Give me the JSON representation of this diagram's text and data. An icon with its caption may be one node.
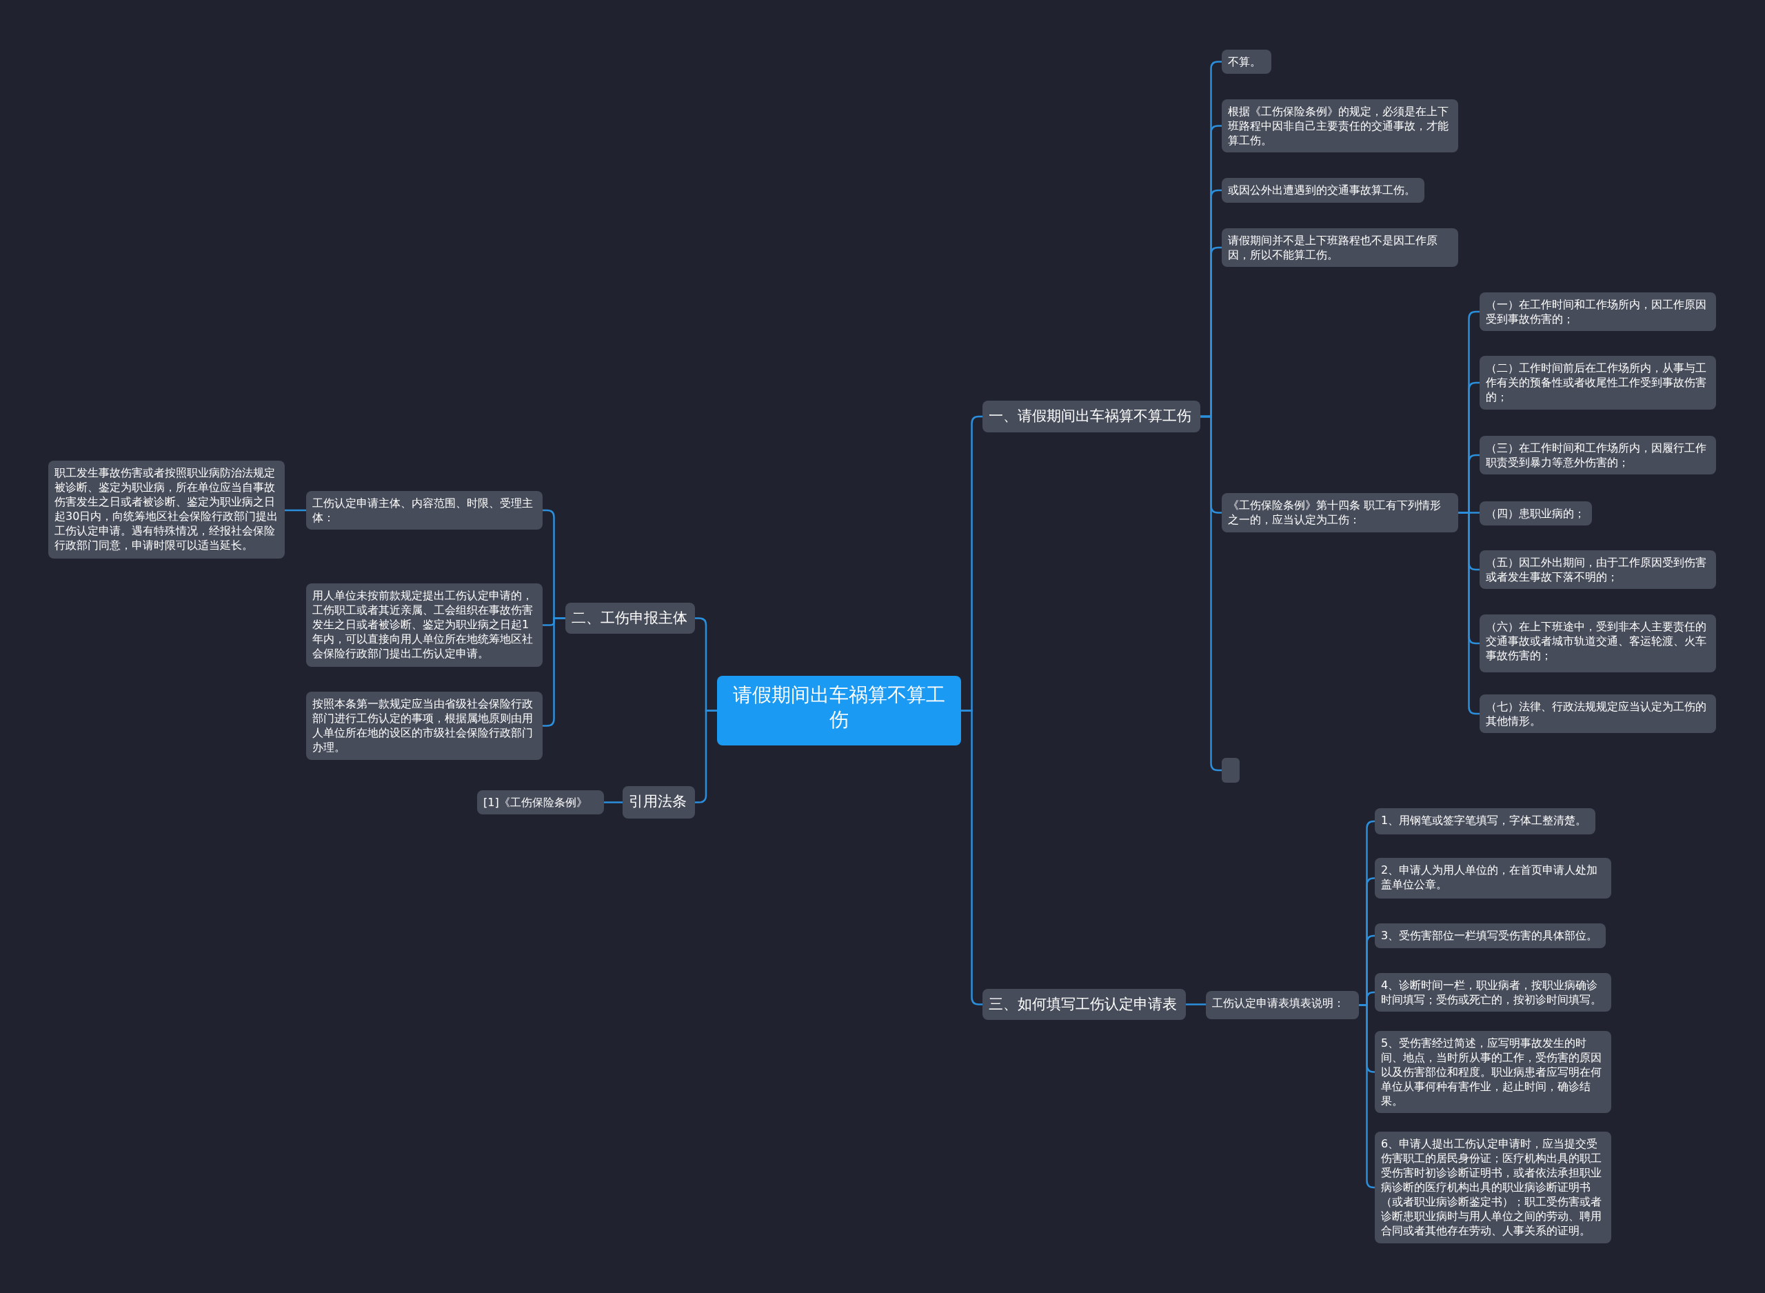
{
  "diagram": {
    "nodes": [
      {
        "text": [
          "请假期间出车祸算不算工伤"
        ]
      },
      {
        "text": [
          "一、请假期间出车祸算不算工伤"
        ]
      },
      {
        "text": [
          "不算。"
        ]
      },
      {
        "text": [
          "根据《工伤保险条例》的规定，必须是在上下班路程中因非自己主要责任的交通事故，才能算工伤。"
        ]
      },
      {
        "text": [
          "或因公外出遭遇到的交通事故算工伤。"
        ]
      },
      {
        "text": [
          "请假期间并不是上下班路程也不是因工作原因，所以不能算工伤。"
        ]
      },
      {
        "text": [
          "《工伤保险条例》第十四条 职工有下列情形之一的，应当认定为工伤："
        ]
      },
      {
        "text": [
          "（一）在工作时间和工作场所内，因工作原因受到事故伤害的；"
        ]
      },
      {
        "text": [
          "（二）工作时间前后在工作场所内，从事与工作有关的预备性或者收尾性工作受到事故伤害的；"
        ]
      },
      {
        "text": [
          "（三）在工作时间和工作场所内，因履行工作职责受到暴力等意外伤害的；"
        ]
      },
      {
        "text": [
          "（四）患职业病的；"
        ]
      },
      {
        "text": [
          "（五）因工外出期间，由于工作原因受到伤害或者发生事故下落不明的；"
        ]
      },
      {
        "text": [
          "（六）在上下班途中，受到非本人主要责任的交通事故或者城市轨道交通、客运轮渡、火车事故伤害的；"
        ]
      },
      {
        "text": [
          "（七）法律、行政法规规定应当认定为工伤的其他情形。"
        ]
      },
      {
        "text": [],
        "shape": "box"
      },
      {
        "text": [
          "二、工伤申报主体"
        ]
      },
      {
        "text": [
          "工伤认定申请主体、内容范围、时限、受理主体："
        ]
      },
      {
        "text": [
          "职工发生事故伤害或者按照职业病防治法规定被诊断、鉴定为职业病，所在单位应当自事故伤害发生之日或者被诊断、鉴定为职业病之日起30日内，向统筹地区社会保险行政部门提出工伤认定申请。遇有特殊情况，经报社会保险行政部门同意，申请时限可以适当延长。"
        ]
      },
      {
        "text": [
          "用人单位未按前款规定提出工伤认定申请的，工伤职工或者其近亲属、工会组织在事故伤害发生之日或者被诊断、鉴定为职业病之日起1年内，可以直接向用人单位所在地统筹地区社会保险行政部门提出工伤认定申请。"
        ]
      },
      {
        "text": [
          "按照本条第一款规定应当由省级社会保险行政部门进行工伤认定的事项，根据属地原则由用人单位所在地的设区的市级社会保险行政部门办理。"
        ]
      },
      {
        "text": [
          "引用法条"
        ]
      },
      {
        "text": [
          "[1]《工伤保险条例》"
        ]
      },
      {
        "text": [
          "三、如何填写工伤认定申请表"
        ]
      },
      {
        "text": [
          "工伤认定申请表填表说明："
        ]
      },
      {
        "text": [
          "1、用钢笔或签字笔填写，字体工整清楚。"
        ]
      },
      {
        "text": [
          "2、申请人为用人单位的，在首页申请人处加盖单位公章。"
        ]
      },
      {
        "text": [
          "3、受伤害部位一栏填写受伤害的具体部位。"
        ]
      },
      {
        "text": [
          "4、诊断时间一栏，职业病者，按职业病确诊时间填写；受伤或死亡的，按初诊时间填写。"
        ]
      },
      {
        "text": [
          "5、受伤害经过简述，应写明事故发生的时间、地点，当时所从事的工作，受伤害的原因以及伤害部位和程度。职业病患者应写明在何单位从事何种有害作业，起止时间，确诊结果。"
        ]
      },
      {
        "text": [
          "6、申请人提出工伤认定申请时，应当提交受伤害职工的居民身份证；医疗机构出具的职工受伤害时初诊诊断证明书，或者依法承担职业病诊断的医疗机构出具的职业病诊断证明书（或者职业病诊断鉴定书）；职工受伤害或者诊断患职业病时与用人单位之间的劳动、聘用合同或者其他存在劳动、人事关系的证明。"
        ]
      }
    ],
    "edges": [
      {
        "from": 0,
        "to": 1,
        "arrow": "none"
      },
      {
        "from": 1,
        "to": 2,
        "arrow": "none"
      },
      {
        "from": 1,
        "to": 3,
        "arrow": "none"
      },
      {
        "from": 1,
        "to": 4,
        "arrow": "none"
      },
      {
        "from": 1,
        "to": 5,
        "arrow": "none"
      },
      {
        "from": 1,
        "to": 6,
        "arrow": "none"
      },
      {
        "from": 6,
        "to": 7,
        "arrow": "none"
      },
      {
        "from": 6,
        "to": 8,
        "arrow": "none"
      },
      {
        "from": 6,
        "to": 9,
        "arrow": "none"
      },
      {
        "from": 6,
        "to": 10,
        "arrow": "none"
      },
      {
        "from": 6,
        "to": 11,
        "arrow": "none"
      },
      {
        "from": 6,
        "to": 12,
        "arrow": "none"
      },
      {
        "from": 6,
        "to": 13,
        "arrow": "none"
      },
      {
        "from": 1,
        "to": 14,
        "arrow": "none"
      },
      {
        "from": 0,
        "to": 15,
        "arrow": "none"
      },
      {
        "from": 15,
        "to": 16,
        "arrow": "none"
      },
      {
        "from": 16,
        "to": 17,
        "arrow": "none"
      },
      {
        "from": 15,
        "to": 18,
        "arrow": "none"
      },
      {
        "from": 15,
        "to": 19,
        "arrow": "none"
      },
      {
        "from": 0,
        "to": 20,
        "arrow": "none"
      },
      {
        "from": 20,
        "to": 21,
        "arrow": "none"
      },
      {
        "from": 0,
        "to": 22,
        "arrow": "none"
      },
      {
        "from": 22,
        "to": 23,
        "arrow": "none"
      },
      {
        "from": 23,
        "to": 24,
        "arrow": "none"
      },
      {
        "from": 23,
        "to": 25,
        "arrow": "none"
      },
      {
        "from": 23,
        "to": 26,
        "arrow": "none"
      },
      {
        "from": 23,
        "to": 27,
        "arrow": "none"
      },
      {
        "from": 23,
        "to": 28,
        "arrow": "none"
      },
      {
        "from": 23,
        "to": 29,
        "arrow": "none"
      }
    ]
  }
}
